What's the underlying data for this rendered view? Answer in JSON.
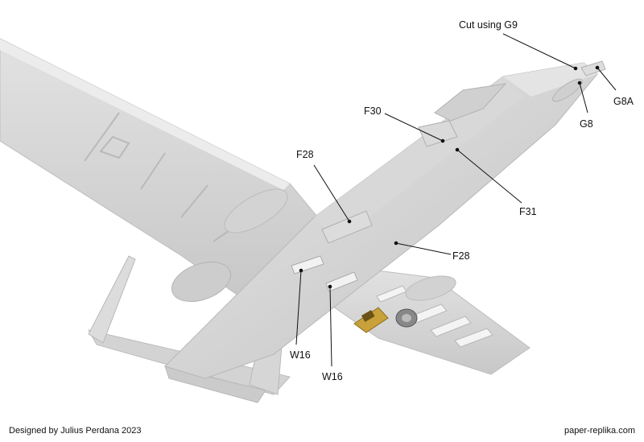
{
  "labels": {
    "cut_g9": "Cut using G9",
    "g8a": "G8A",
    "g8": "G8",
    "f30": "F30",
    "f31": "F31",
    "f28_upper": "F28",
    "f28_lower": "F28",
    "w16_left": "W16",
    "w16_right": "W16"
  },
  "footer": {
    "credit": "Designed by Julius Perdana 2023",
    "website": "paper-replika.com"
  },
  "colors": {
    "fuselage": "#cfcfcf",
    "wing": "#d7d7d7",
    "shadow": "#b4b4b4",
    "part_outline": "#a8a8a8",
    "gear_accent": "#c9a13a"
  }
}
